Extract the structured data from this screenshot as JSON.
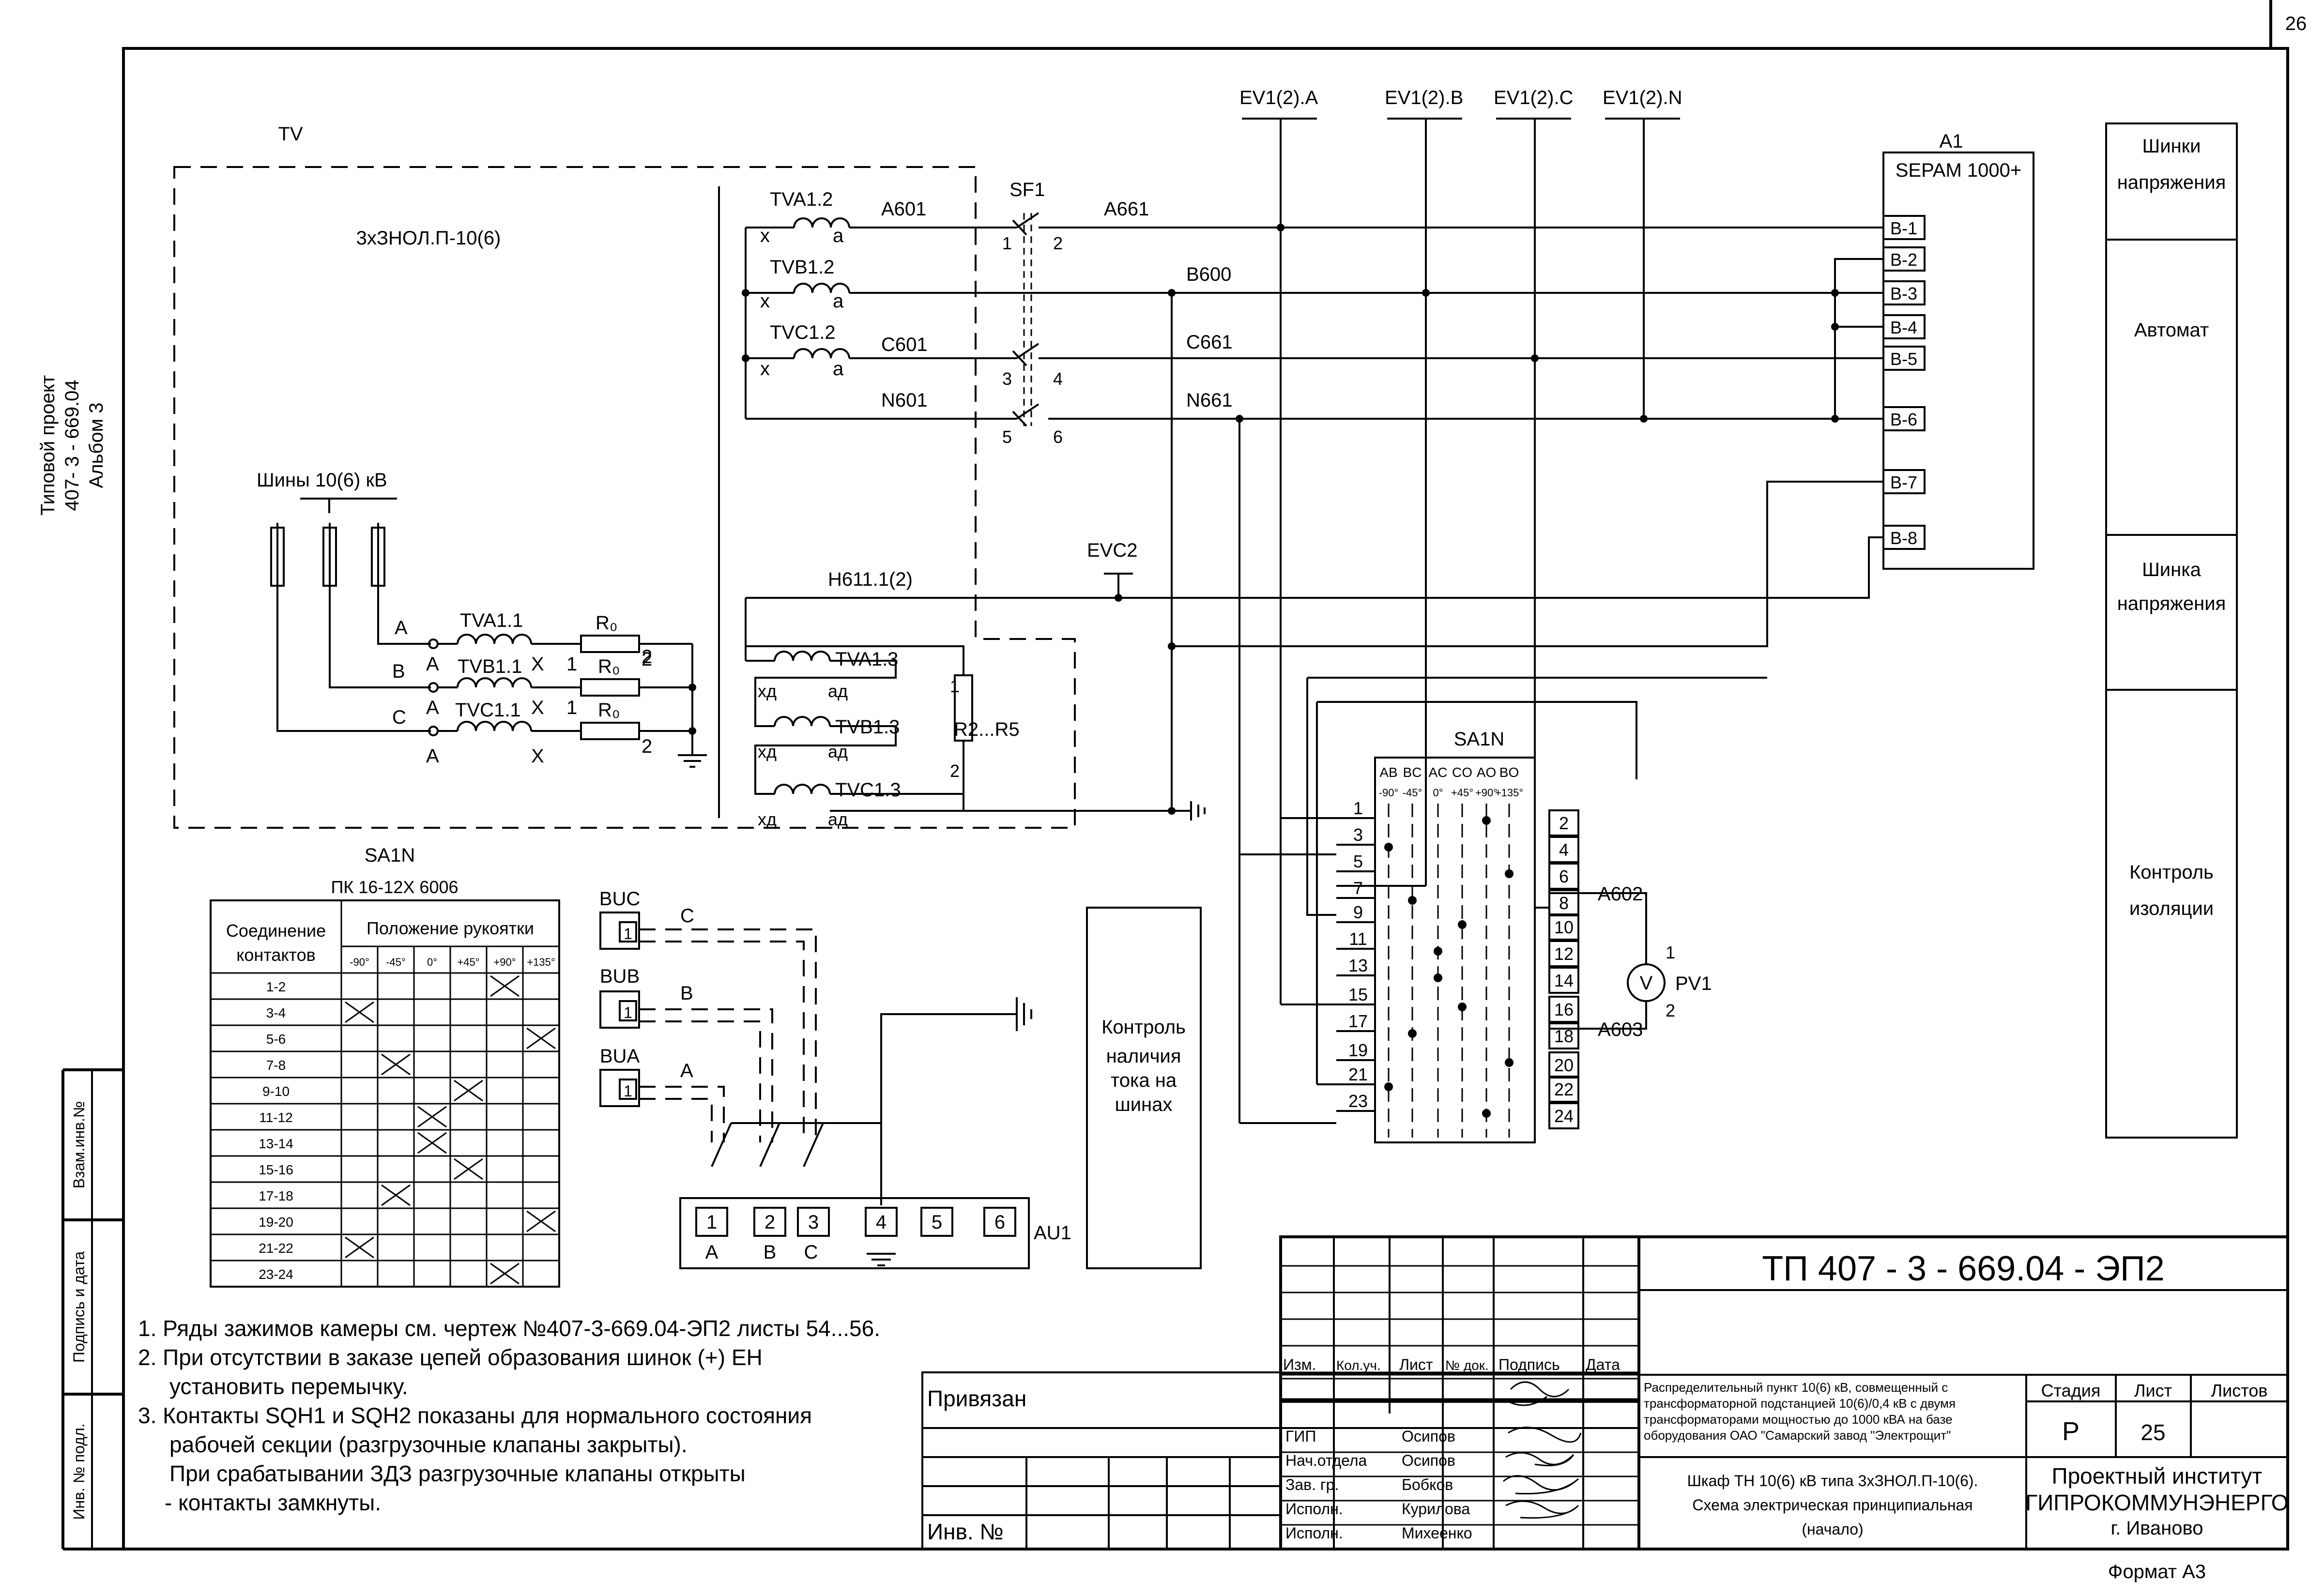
{
  "page": {
    "sheet_number": "26",
    "format": "Формат А3"
  },
  "side_labels": {
    "project_line1": "Типовой проект",
    "project_line2": "407- 3 - 669.04",
    "project_line3": "Альбом 3",
    "stamp_col1": "Взам.инв.№",
    "stamp_col2": "Подпись и дата",
    "stamp_col3": "Инв. № подл."
  },
  "tv_block": {
    "title": "TV",
    "type": "3хЗНОЛ.П-10(6)",
    "bus_label": "Шины 10(6) кВ",
    "phase_a": "A",
    "phase_b": "B",
    "phase_c": "C",
    "winding_a": "TVA1.1",
    "winding_b": "TVB1.1",
    "winding_c": "TVC1.1",
    "term_a": "A",
    "term_x": "X",
    "r0": "R₀",
    "pin1": "1",
    "pin2": "2",
    "sec_a": "TVA1.2",
    "sec_b": "TVB1.2",
    "sec_c": "TVC1.2",
    "sec_x": "x",
    "sec_a_small": "a",
    "open_a": "TVA1.3",
    "open_b": "TVB1.3",
    "open_c": "TVC1.3",
    "open_x": "xд",
    "open_ad": "aд",
    "resistor": "R2...R5"
  },
  "circuits": {
    "sf1": "SF1",
    "a601": "A601",
    "c601": "C601",
    "n601": "N601",
    "a661": "A661",
    "b600": "B600",
    "c661": "C661",
    "n661": "N661",
    "h611": "Н611.1(2)",
    "evc2": "EVC2",
    "ev_a": "EV1(2).A",
    "ev_b": "EV1(2).B",
    "ev_c": "EV1(2).C",
    "ev_n": "EV1(2).N",
    "sf_pins": [
      "1",
      "2",
      "3",
      "4",
      "5",
      "6"
    ],
    "a602": "A602",
    "a603": "A603",
    "pv1": "PV1",
    "pv_sym": "V",
    "pv_pin1": "1",
    "pv_pin2": "2"
  },
  "sepam": {
    "ref": "A1",
    "name": "SEPAM 1000+",
    "terminals": [
      "B-1",
      "B-2",
      "B-3",
      "B-4",
      "B-5",
      "B-6",
      "B-7",
      "B-8"
    ]
  },
  "right_panel": {
    "cells": [
      {
        "line1": "Шинки",
        "line2": "напряжения"
      },
      {
        "line1": "Автомат",
        "line2": ""
      },
      {
        "line1": "Шинка",
        "line2": "напряжения"
      },
      {
        "line1": "Контроль",
        "line2": "изоляции"
      }
    ]
  },
  "sa1n": {
    "ref": "SA1N",
    "positions": [
      "AB",
      "BC",
      "AC",
      "CO",
      "AO",
      "BO"
    ],
    "angles": [
      "-90°",
      "-45°",
      "0°",
      "+45°",
      "+90°",
      "+135°"
    ],
    "left_pins": [
      "1",
      "3",
      "5",
      "7",
      "9",
      "11",
      "13",
      "15",
      "17",
      "19",
      "21",
      "23"
    ],
    "right_pins": [
      "2",
      "4",
      "6",
      "8",
      "10",
      "12",
      "14",
      "16",
      "18",
      "20",
      "22",
      "24"
    ]
  },
  "sa1n_table": {
    "title": "SA1N",
    "subtitle": "ПК 16-12Х 6006",
    "head_col1_line1": "Соединение",
    "head_col1_line2": "контактов",
    "head_group": "Положение рукоятки",
    "angles": [
      "-90°",
      "-45°",
      "0°",
      "+45°",
      "+90°",
      "+135°"
    ],
    "rows": [
      {
        "contacts": "1-2",
        "closed": 4
      },
      {
        "contacts": "3-4",
        "closed": 0
      },
      {
        "contacts": "5-6",
        "closed": 5
      },
      {
        "contacts": "7-8",
        "closed": 1
      },
      {
        "contacts": "9-10",
        "closed": 3
      },
      {
        "contacts": "11-12",
        "closed": 2
      },
      {
        "contacts": "13-14",
        "closed": 2
      },
      {
        "contacts": "15-16",
        "closed": 3
      },
      {
        "contacts": "17-18",
        "closed": 1
      },
      {
        "contacts": "19-20",
        "closed": 5
      },
      {
        "contacts": "21-22",
        "closed": 0
      },
      {
        "contacts": "23-24",
        "closed": 4
      }
    ]
  },
  "au1": {
    "ref": "AU1",
    "buc": "BUC",
    "bub": "BUB",
    "bua": "BUA",
    "sensor_pin": "1",
    "wire_c": "C",
    "wire_b": "B",
    "wire_a": "A",
    "terminals": [
      "1",
      "2",
      "3",
      "4",
      "5",
      "6"
    ],
    "under_labels": [
      "A",
      "B",
      "C"
    ],
    "box_line1": "Контроль",
    "box_line2": "наличия",
    "box_line3": "тока на",
    "box_line4": "шинах"
  },
  "notes": [
    "1. Ряды зажимов камеры см. чертеж №407-3-669.04-ЭП2 листы 54...56.",
    "2. При отсутствии в заказе цепей образования шинок (+) ЕН",
    "установить перемычку.",
    "3. Контакты SQH1 и SQH2 показаны для нормального состояния",
    "рабочей секции (разгрузочные клапаны закрыты).",
    "При срабатывании ЗДЗ разгрузочные клапаны открыты",
    "- контакты замкнуты."
  ],
  "title_block": {
    "code": "ТП  407 - 3 -  669.04 - ЭП2",
    "privyazan": "Привязан",
    "inv": "Инв. №",
    "col_izm": "Изм.",
    "col_koluch": "Кол.уч.",
    "col_list": "Лист",
    "col_ndok": "№ док.",
    "col_podpis": "Подпись",
    "col_data": "Дата",
    "roles": [
      {
        "role": "ГИП",
        "name": "Осипов"
      },
      {
        "role": "Нач.отдела",
        "name": "Осипов"
      },
      {
        "role": "Зав. гр.",
        "name": "Бобков"
      },
      {
        "role": "Исполн.",
        "name": "Курилова"
      },
      {
        "role": "Исполн.",
        "name": "Михеенко"
      }
    ],
    "description_lines": [
      "Распределительный пункт 10(6) кВ, совмещенный с",
      "трансформаторной подстанцией 10(6)/0,4 кВ с двумя",
      "трансформаторами мощностью до 1000 кВА на базе",
      "оборудования ОАО \"Самарский завод \"Электрощит\""
    ],
    "sheet_title_lines": [
      "Шкаф ТН 10(6) кВ типа 3хЗНОЛ.П-10(6).",
      "Схема электрическая принципиальная",
      "(начало)"
    ],
    "stage_label": "Стадия",
    "list_label": "Лист",
    "lists_label": "Листов",
    "stage": "Р",
    "list": "25",
    "lists": "",
    "org_line1": "Проектный институт",
    "org_line2": "ГИПРОКОММУНЭНЕРГО",
    "org_line3": "г. Иваново"
  }
}
